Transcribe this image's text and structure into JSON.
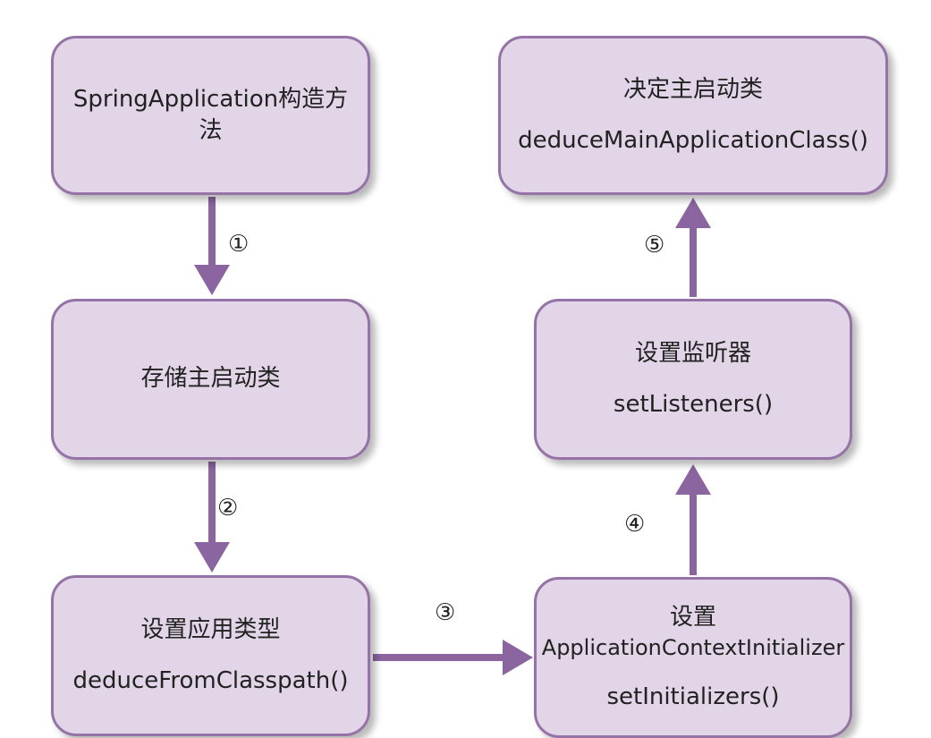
{
  "nodes": {
    "constructor": {
      "line1": "SpringApplication构造方",
      "line2": "法"
    },
    "store_main": {
      "line1": "存储主启动类"
    },
    "app_type": {
      "line1": "设置应用类型",
      "line2": "deduceFromClasspath()"
    },
    "initializers": {
      "line1": "设置",
      "line2": "ApplicationContextInitializer",
      "line3": "setInitializers()"
    },
    "listeners": {
      "line1": "设置监听器",
      "line2": "setListeners()"
    },
    "main_class": {
      "line1": "决定主启动类",
      "line2": "deduceMainApplicationClass()"
    }
  },
  "steps": [
    "①",
    "②",
    "③",
    "④",
    "⑤"
  ],
  "colors": {
    "node_fill": "#e1d5e7",
    "node_border": "#9673a6",
    "edge": "#8a65a0"
  }
}
